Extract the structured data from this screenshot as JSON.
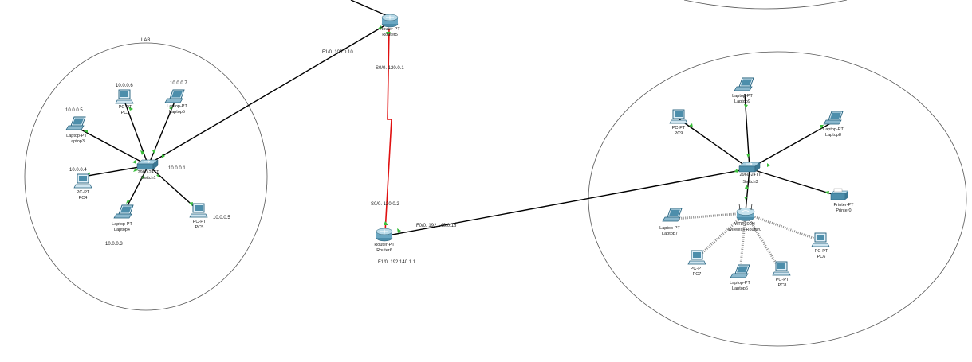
{
  "colors": {
    "ethernet": "#000000",
    "serial": "#e01010",
    "wireless": "#8a8a8a",
    "port_up": "#3cbf3c",
    "device_blue": "#2f7fa6",
    "cloud_outline": "#555555"
  },
  "area_label": "LAB",
  "links": {
    "router5_uplink": "F1/0. 100.0.10",
    "router5_serial": "S0/0. 120.0.1",
    "router6_serial": "S0/0. 120.0.2",
    "router6_f00": "F0/0. 192.140.0.15",
    "router6_f10": "F1/0. 192.140.1.1"
  },
  "devices": {
    "router5": {
      "model": "Router-PT",
      "name": "Router5",
      "icon": "router-icon"
    },
    "router6": {
      "model": "Router-PT",
      "name": "Router6",
      "icon": "router-icon"
    },
    "switch1": {
      "model": "2960-24TT",
      "name": "Switch1",
      "ip": "10.0.0.1",
      "icon": "switch-icon"
    },
    "pc2": {
      "model": "PC-PT",
      "name": "PC2",
      "ip": "10.0.0.6",
      "icon": "pc-icon"
    },
    "laptop5": {
      "model": "Laptop-PT",
      "name": "Laptop5",
      "ip": "10.0.0.7",
      "icon": "laptop-icon"
    },
    "laptop3": {
      "model": "Laptop-PT",
      "name": "Laptop3",
      "ip": "10.0.0.5",
      "icon": "laptop-icon"
    },
    "pc4": {
      "model": "PC-PT",
      "name": "PC4",
      "ip": "10.0.0.4",
      "icon": "pc-icon"
    },
    "laptop4": {
      "model": "Laptop-PT",
      "name": "Laptop4",
      "ip": "10.0.0.3",
      "icon": "laptop-icon"
    },
    "pc5": {
      "model": "PC-PT",
      "name": "PC5",
      "ip": "10.0.0.5",
      "icon": "pc-icon"
    },
    "switch3": {
      "model": "2960-24TT",
      "name": "Switch3",
      "icon": "switch-icon"
    },
    "laptop9": {
      "model": "Laptop-PT",
      "name": "Laptop9",
      "icon": "laptop-icon"
    },
    "pc9": {
      "model": "PC-PT",
      "name": "PC9",
      "icon": "pc-icon"
    },
    "laptop8": {
      "model": "Laptop-PT",
      "name": "Laptop8",
      "icon": "laptop-icon"
    },
    "printer0": {
      "model": "Printer-PT",
      "name": "Printer0",
      "icon": "printer-icon"
    },
    "wrouter0": {
      "model": "WRT300N",
      "name": "Wireless Router0",
      "icon": "wireless-router-icon"
    },
    "laptop7": {
      "model": "Laptop-PT",
      "name": "Laptop7",
      "icon": "laptop-icon"
    },
    "pc7": {
      "model": "PC-PT",
      "name": "PC7",
      "icon": "pc-icon"
    },
    "laptop6": {
      "model": "Laptop-PT",
      "name": "Laptop6",
      "icon": "laptop-icon"
    },
    "pc8": {
      "model": "PC-PT",
      "name": "PC8",
      "icon": "pc-icon"
    },
    "pc6": {
      "model": "PC-PT",
      "name": "PC6",
      "icon": "pc-icon"
    }
  }
}
